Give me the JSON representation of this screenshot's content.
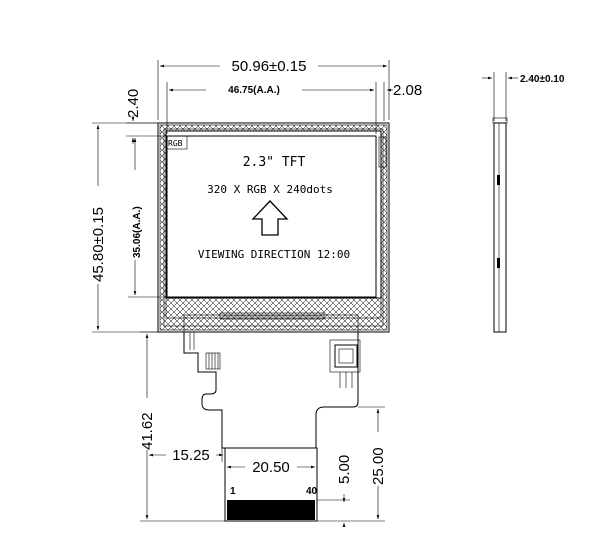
{
  "drawing": {
    "dims": {
      "overall_width": "50.96±0.15",
      "active_width": "46.75(A.A.)",
      "offset_right": "2.08",
      "offset_top": "2.40",
      "overall_height": "45.80±0.15",
      "active_height": "35.06(A.A.)",
      "fpc_length": "41.62",
      "fpc_offset": "15.25",
      "fpc_width": "20.50",
      "tail_height": "5.00",
      "tail_length": "25.00",
      "thickness": "2.40±0.10"
    },
    "screen": {
      "corner_label": "RGB",
      "title": "2.3\" TFT",
      "resolution": "320 X RGB X 240dots",
      "viewing_direction": "VIEWING DIRECTION 12:00"
    },
    "pins": {
      "first": "1",
      "last": "40"
    }
  }
}
